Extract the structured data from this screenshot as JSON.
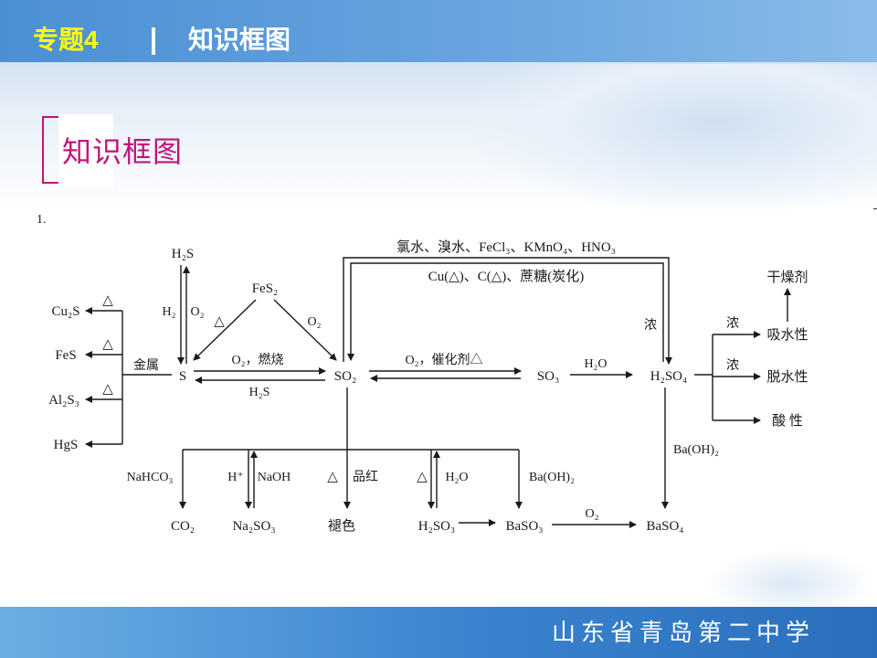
{
  "header": {
    "topic": "专题4",
    "title": "知识框图"
  },
  "section_title": "知识框图",
  "item_number": "1.",
  "footer": {
    "school": "山东省青岛第二中学"
  },
  "colors": {
    "header_blue": "#5b9bd9",
    "topic_yellow": "#ffff00",
    "section_magenta": "#c0157a",
    "footer_blue": "#3a83cf"
  },
  "diagram": {
    "nodes": {
      "h2s_top": "H₂S",
      "fes2": "FeS₂",
      "cu2s": "Cu₂S",
      "fes": "FeS",
      "al2s3": "Al₂S₃",
      "hgs": "HgS",
      "s": "S",
      "so2": "SO₂",
      "so3": "SO₃",
      "h2so4": "H₂SO₄",
      "desiccant": "干燥剂",
      "absorb": "吸水性",
      "dehydrate": "脱水性",
      "acidity": "酸  性",
      "co2": "CO₂",
      "na2so3": "Na₂SO₃",
      "fade": "褪色",
      "h2so3": "H₂SO₃",
      "baso3": "BaSO₃",
      "baso4": "BaSO₄"
    },
    "labels": {
      "oxidants": "氯水、溴水、FeCl₃、KMnO₄、HNO₃",
      "reductants": "Cu(△)、C(△)、蔗糖(炭化)",
      "h2": "H₂",
      "o2_left": "O₂",
      "heat1": "△",
      "o2_right": "O₂",
      "heat_cu2s": "△",
      "heat_fes": "△",
      "heat_al2s3": "△",
      "metal": "金属",
      "burn": "O₂，燃烧",
      "h2s_back": "H₂S",
      "catalyst": "O₂，催化剂△",
      "water": "H₂O",
      "conc": "浓",
      "conc_absorb": "浓",
      "conc_dehydrate": "浓",
      "baoh2_right": "Ba(OH)₂",
      "nahco3": "NaHCO₃",
      "h_plus": "H⁺",
      "naoh": "NaOH",
      "heat_dye": "△",
      "dye": "品红",
      "heat_h2so3": "△",
      "water_h2so3": "H₂O",
      "baoh2_bottom": "Ba(OH)₂",
      "o2_bottom": "O₂"
    }
  }
}
